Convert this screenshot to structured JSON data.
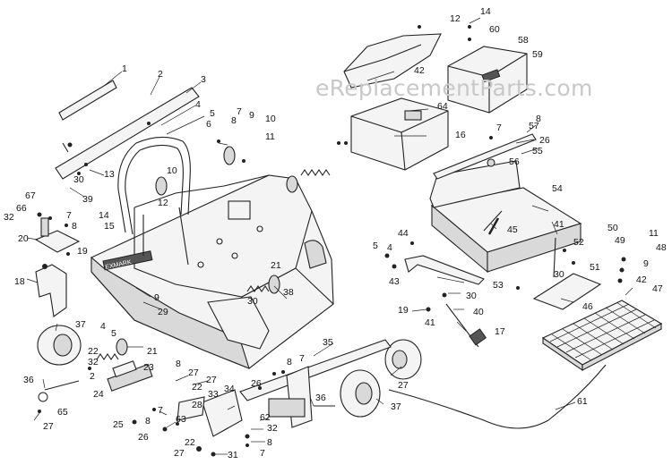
{
  "watermark": "eReplacementParts.com",
  "brand_plate": "EXMARK",
  "callouts": {
    "c1": "1",
    "c2": "2",
    "c3": "3",
    "c4": "4",
    "c5": "5",
    "c6": "6",
    "c7": "7",
    "c8": "8",
    "c9": "9",
    "c10": "10",
    "c11": "11",
    "c12": "12",
    "c13": "13",
    "c14": "14",
    "c15": "15",
    "c16": "16",
    "c17": "17",
    "c18": "18",
    "c19": "19",
    "c20": "20",
    "c21": "21",
    "c22": "22",
    "c23": "23",
    "c24": "24",
    "c25": "25",
    "c26": "26",
    "c27": "27",
    "c28": "28",
    "c29": "29",
    "c30": "30",
    "c31": "31",
    "c32": "32",
    "c33": "33",
    "c34": "34",
    "c35": "35",
    "c36": "36",
    "c37": "37",
    "c38": "38",
    "c39": "39",
    "c40": "40",
    "c41": "41",
    "c42": "42",
    "c43": "43",
    "c44": "44",
    "c45": "45",
    "c46": "46",
    "c47": "47",
    "c48": "48",
    "c49": "49",
    "c50": "50",
    "c51": "51",
    "c52": "52",
    "c53": "53",
    "c54": "54",
    "c55": "55",
    "c56": "56",
    "c57": "57",
    "c58": "58",
    "c59": "59",
    "c60": "60",
    "c61": "61",
    "c62": "62",
    "c63": "63",
    "c64": "64",
    "c65": "65",
    "c66": "66",
    "c67": "67"
  }
}
